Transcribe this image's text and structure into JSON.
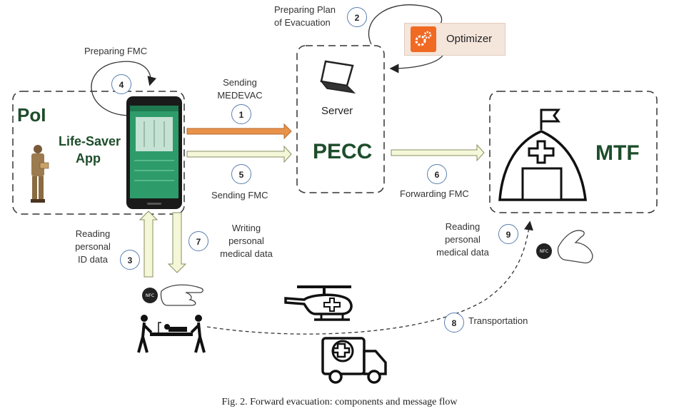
{
  "labels": {
    "poi": "PoI",
    "app_line1": "Life-Saver",
    "app_line2": "App",
    "server": "Server",
    "pecc": "PECC",
    "mtf": "MTF",
    "optimizer": "Optimizer",
    "preparing_fmc": "Preparing FMC",
    "preparing_plan_line1": "Preparing Plan",
    "preparing_plan_line2": "of Evacuation",
    "sending_medevac_line1": "Sending",
    "sending_medevac_line2": "MEDEVAC",
    "sending_fmc": "Sending FMC",
    "forwarding_fmc": "Forwarding FMC",
    "reading_id_line1": "Reading",
    "reading_id_line2": "personal",
    "reading_id_line3": "ID data",
    "writing_line1": "Writing",
    "writing_line2": "personal",
    "writing_line3": "medical data",
    "reading_med_line1": "Reading",
    "reading_med_line2": "personal",
    "reading_med_line3": "medical data",
    "transportation": "Transportation",
    "nfc_tag": "NFC",
    "nfc_tag2": "NFC"
  },
  "steps": [
    "1",
    "2",
    "3",
    "4",
    "5",
    "6",
    "7",
    "8",
    "9"
  ],
  "caption": "Fig. 2.   Forward evacuation: components and message flow",
  "colors": {
    "title_green": "#1e4d2b",
    "medevac_arrow": "#e8924a",
    "fmc_arrow": "#f4f7d8",
    "optimizer_orange": "#f06a23",
    "optimizer_bg": "#f5e6dc",
    "step_circle_border": "#5a7fb0",
    "phone_screen": "#2e9c6a"
  },
  "icons": [
    "laptop-icon",
    "gear-icon",
    "field-hospital-icon",
    "smartphone-icon",
    "soldier-icon",
    "hand-nfc-icon",
    "stretcher-icon",
    "helicopter-icon",
    "ambulance-icon"
  ]
}
